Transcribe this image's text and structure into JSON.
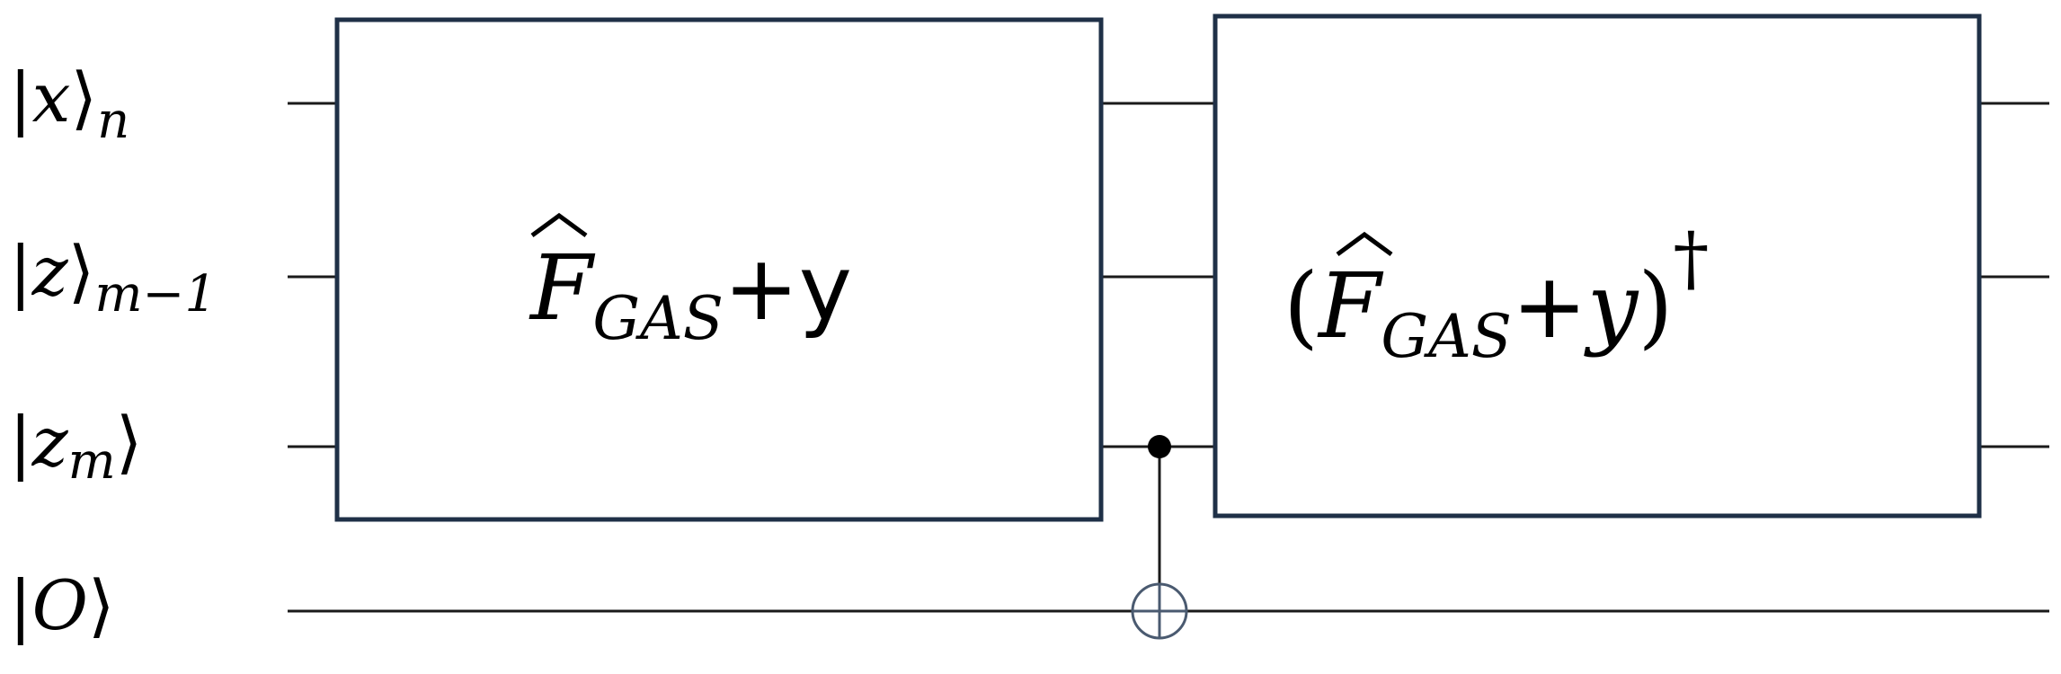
{
  "qubits": [
    {
      "ket_symbol": "x",
      "subscript": "n"
    },
    {
      "ket_symbol": "z",
      "subscript": "m−1"
    },
    {
      "ket_symbol": "z",
      "subscript": "m",
      "subscript_inside": true
    },
    {
      "ket_symbol": "O",
      "subscript": ""
    }
  ],
  "gates": [
    {
      "name": "forward",
      "operator": "F",
      "operator_subscript": "GAS",
      "plus": "+",
      "term": "y",
      "term_italic": false,
      "dagger": ""
    },
    {
      "name": "inverse",
      "open_paren": "(",
      "operator": "F",
      "operator_subscript": "GAS",
      "plus": "+",
      "term": "y",
      "term_italic": true,
      "close_paren": ")",
      "dagger": "†"
    }
  ],
  "cnot": {
    "control_qubit": 2,
    "target_qubit": 3,
    "target_symbol": "⊕"
  },
  "colors": {
    "wire": "#1a1a1a",
    "gate_border": "#1f3047",
    "target": "#4a5a70"
  }
}
